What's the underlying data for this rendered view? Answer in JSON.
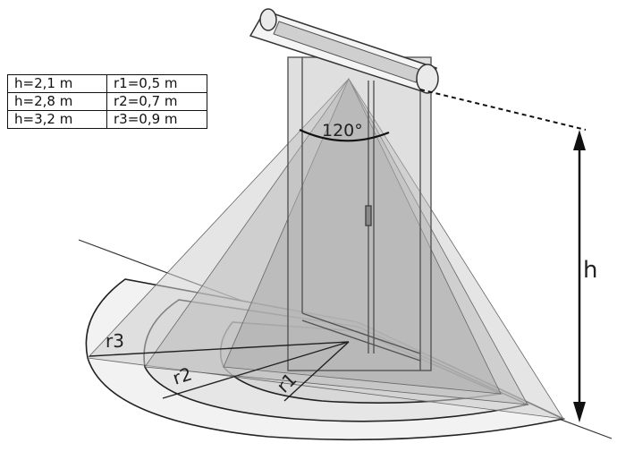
{
  "table": {
    "rows": [
      [
        "h=2,1 m",
        "r1=0,5 m"
      ],
      [
        "h=2,8 m",
        "r2=0,7 m"
      ],
      [
        "h=3,2 m",
        "r3=0,9 m"
      ]
    ]
  },
  "labels": {
    "angle": "120°",
    "height": "h",
    "r1": "r1",
    "r2": "r2",
    "r3": "r3"
  }
}
